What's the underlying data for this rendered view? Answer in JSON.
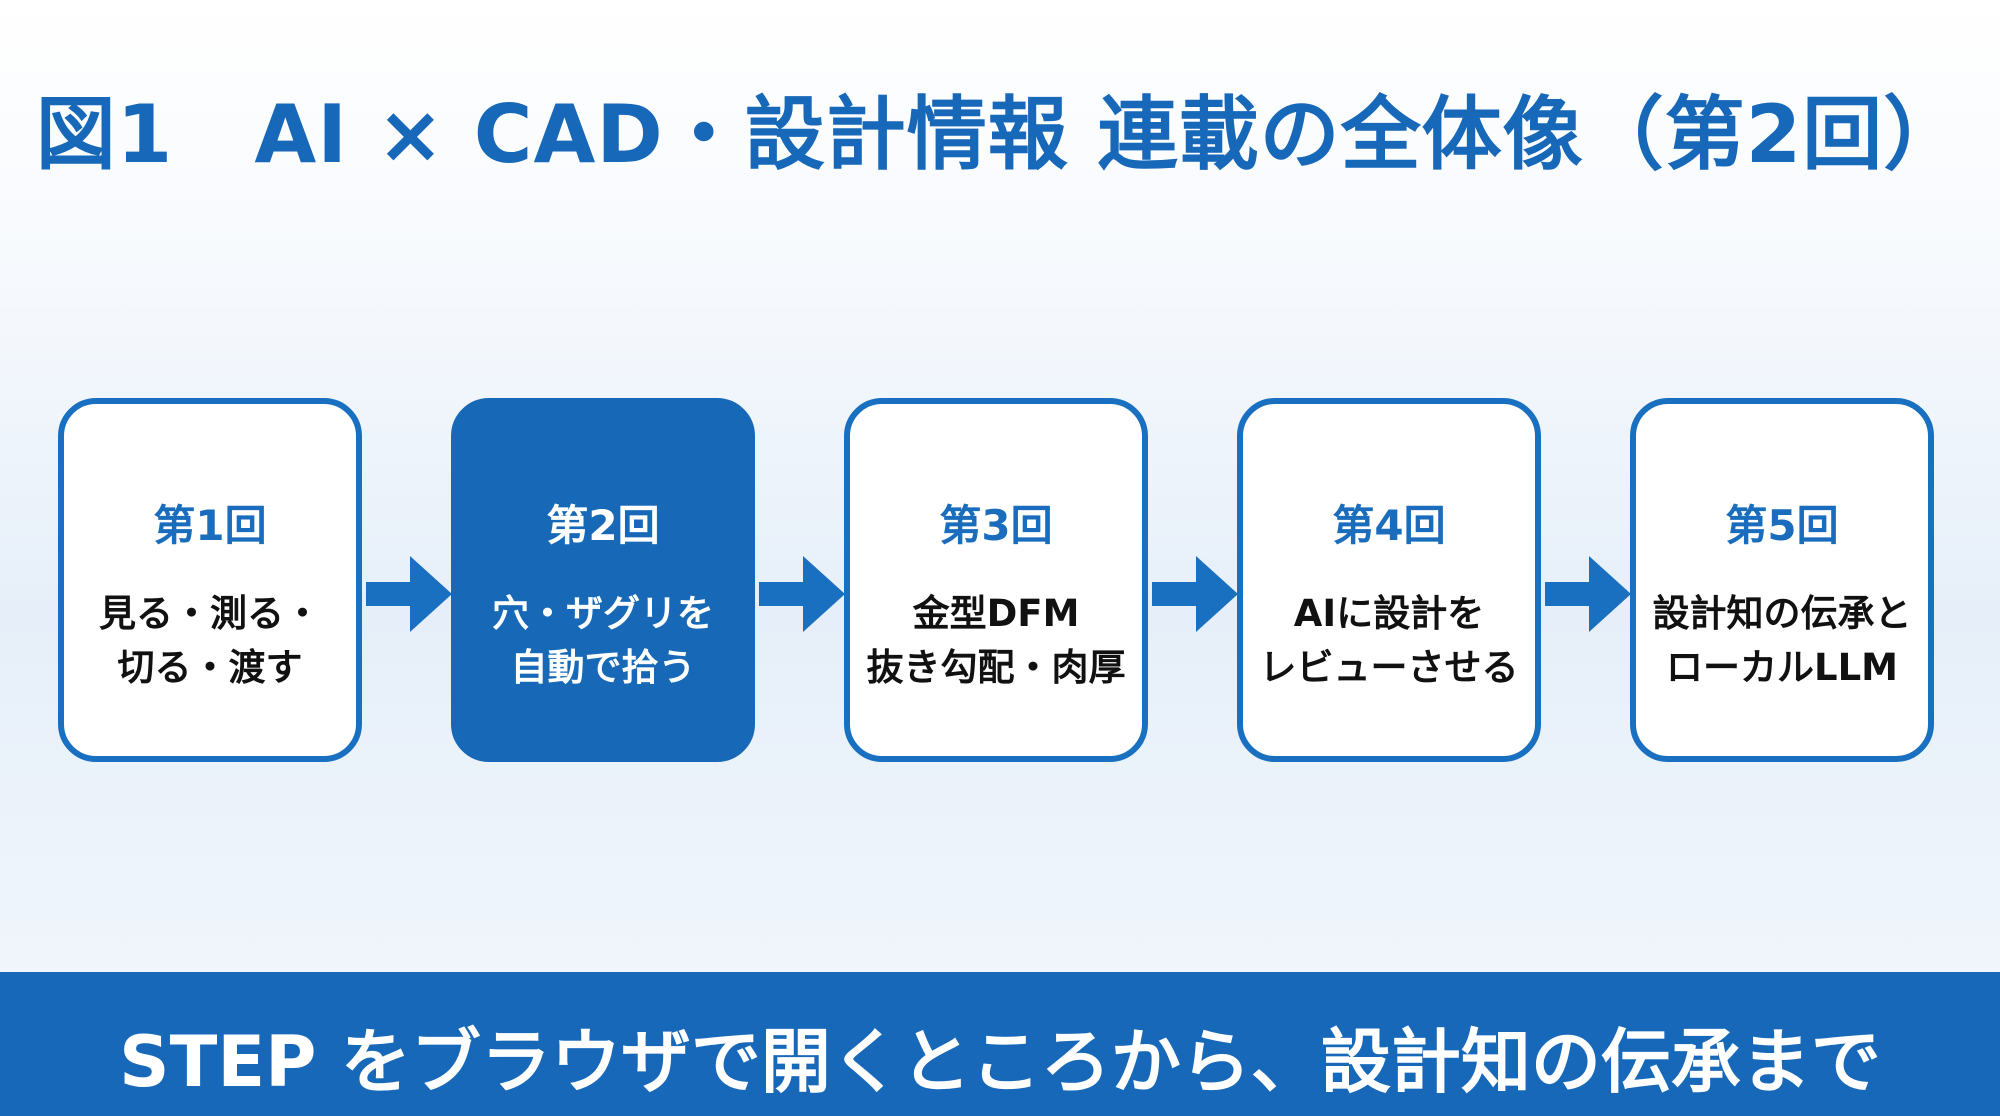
{
  "title": "図1　AI × CAD・設計情報 連載の全体像（第2回）",
  "accent_color": "#1768b8",
  "steps": [
    {
      "label": "第1回",
      "line1": "見る・測る・",
      "line2": "切る・渡す",
      "active": false
    },
    {
      "label": "第2回",
      "line1": "穴・ザグリを",
      "line2": "自動で拾う",
      "active": true
    },
    {
      "label": "第3回",
      "line1": "金型DFM",
      "line2": "抜き勾配・肉厚",
      "active": false
    },
    {
      "label": "第4回",
      "line1": "AIに設計を",
      "line2": "レビューさせる",
      "active": false
    },
    {
      "label": "第5回",
      "line1": "設計知の伝承と",
      "line2": "ローカルLLM",
      "active": false
    }
  ],
  "footer": {
    "text": "STEP をブラウザで開くところから、設計知の伝承まで"
  }
}
